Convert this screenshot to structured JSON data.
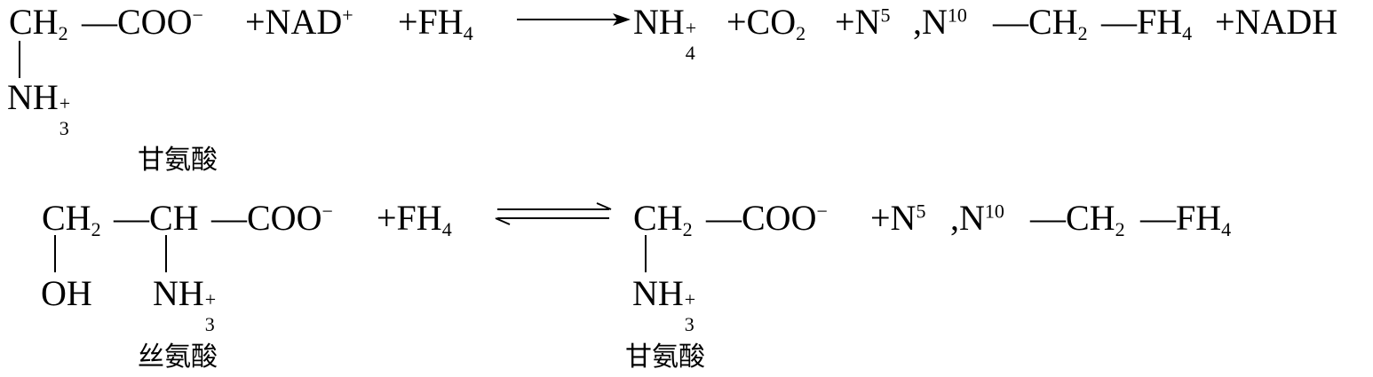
{
  "reaction1": {
    "ch2": "CH",
    "ch2_sub": "2",
    "coo": "—COO",
    "coo_sup": "−",
    "plus_nad": "+NAD",
    "nad_sup": "+",
    "plus_fh": "+FH",
    "fh_sub": "4",
    "nh_prefix": "NH",
    "nh4_sub": "4",
    "nh4_sup": "+",
    "co": "+CO",
    "co_sub": "2",
    "n5": "+N",
    "n5_sup": "5",
    "n10": ",N",
    "n10_sup": "10",
    "ch2b": "—CH",
    "ch2b_sub": "2",
    "fh4": "—FH",
    "fh4_sub": "4",
    "nadh": "+NADH",
    "nh3": "NH",
    "nh3_sub": "3",
    "nh3_sup": "+",
    "label": "甘氨酸"
  },
  "reaction2": {
    "ch2": "CH",
    "ch2_sub": "2",
    "ch": "—CH",
    "coo": "—COO",
    "coo_sup": "−",
    "plus_fh": "+FH",
    "fh_sub": "4",
    "oh": "OH",
    "nh3": "NH",
    "nh3_sub": "3",
    "nh3_sup": "+",
    "serine": "丝氨酸",
    "p_ch2": "CH",
    "p_ch2_sub": "2",
    "p_coo": "—COO",
    "p_coo_sup": "−",
    "p_n5": "+N",
    "p_n5_sup": "5",
    "p_n10": ",N",
    "p_n10_sup": "10",
    "p_ch2b": "—CH",
    "p_ch2b_sub": "2",
    "p_fh4": "—FH",
    "p_fh4_sub": "4",
    "p_nh3": "NH",
    "p_nh3_sub": "3",
    "p_nh3_sup": "+",
    "glycine": "甘氨酸"
  }
}
